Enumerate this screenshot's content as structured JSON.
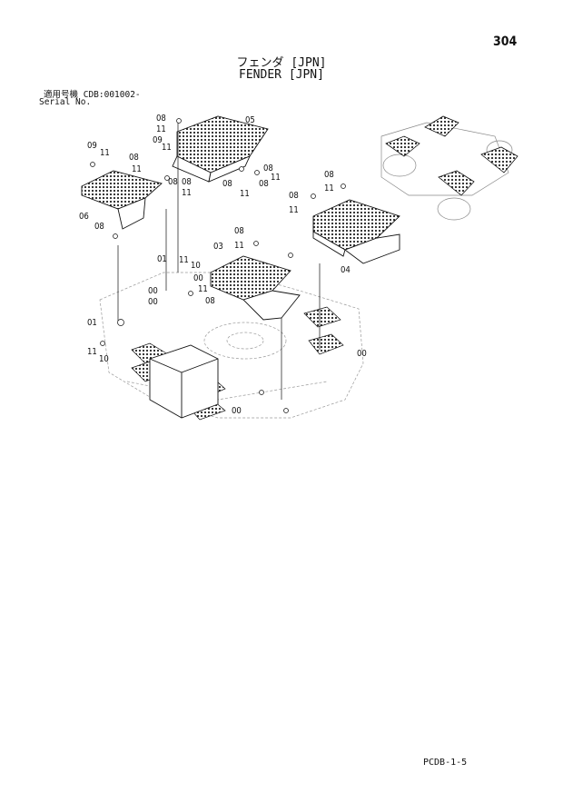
{
  "page": {
    "number": "304",
    "title_jp": "フェンダ [JPN]",
    "title_en": "FENDER [JPN]",
    "serial_jp": "適用号機  CDB:001002-",
    "serial_en": "Serial No.",
    "footer_code": "PCDB-1-5"
  },
  "diagram": {
    "callouts": [
      "08",
      "11",
      "05",
      "09",
      "11",
      "08",
      "11",
      "08",
      "11",
      "08",
      "08",
      "11",
      "08",
      "11",
      "08",
      "09",
      "11",
      "08",
      "11",
      "06",
      "08",
      "08",
      "11",
      "03",
      "08",
      "11",
      "04",
      "01",
      "11",
      "10",
      "00",
      "00",
      "08",
      "11",
      "01",
      "11",
      "10",
      "00",
      "00",
      "00"
    ]
  }
}
